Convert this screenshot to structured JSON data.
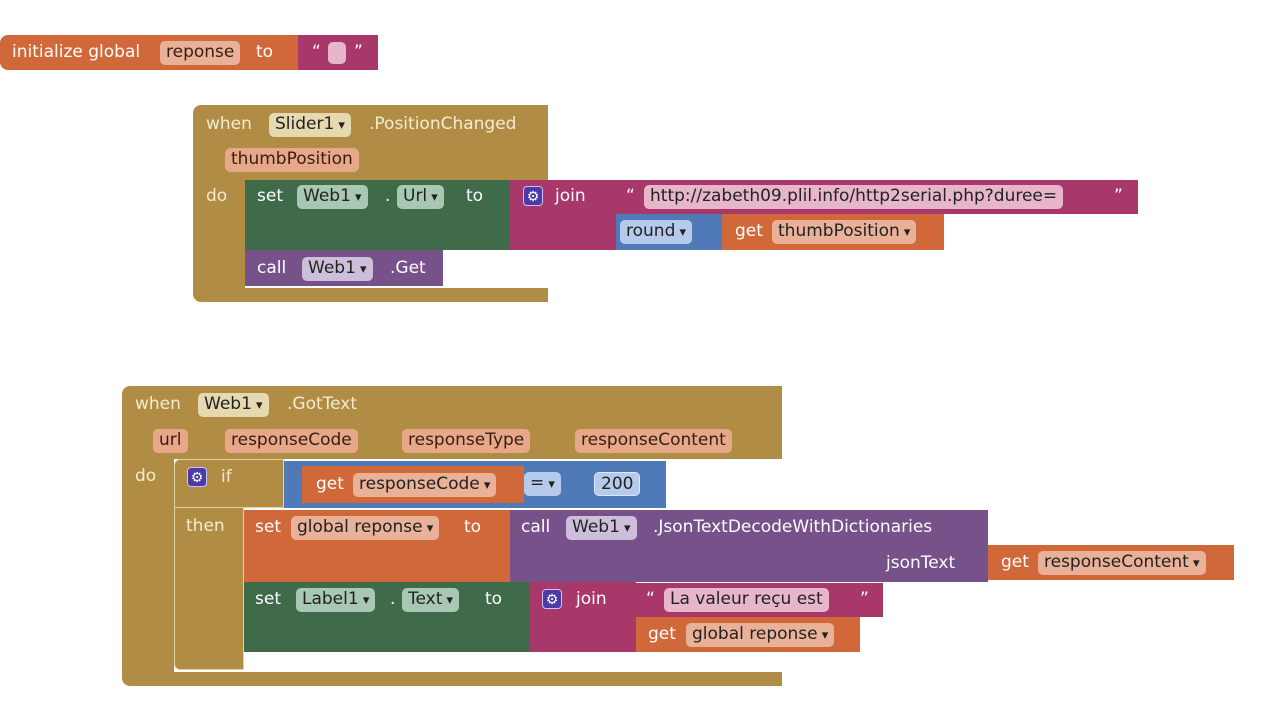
{
  "init_block": {
    "prefix": "initialize global",
    "var_name": "reponse",
    "to": "to",
    "open_quote": "“",
    "close_quote": "”",
    "string_value": ""
  },
  "slider_event": {
    "when": "when",
    "component": "Slider1",
    "event": ".PositionChanged",
    "param": "thumbPosition",
    "do": "do",
    "set_block": {
      "set": "set",
      "component": "Web1",
      "dot": ".",
      "property": "Url",
      "to": "to",
      "join": "join",
      "url_string": "http://zabeth09.plil.info/http2serial.php?duree=",
      "open_quote": "“",
      "close_quote": "”",
      "round": "round",
      "get": "get",
      "get_var": "thumbPosition"
    },
    "call_block": {
      "call": "call",
      "component": "Web1",
      "method": ".Get"
    }
  },
  "web_event": {
    "when": "when",
    "component": "Web1",
    "event": ".GotText",
    "params": [
      "url",
      "responseCode",
      "responseType",
      "responseContent"
    ],
    "do": "do",
    "if_block": {
      "if": "if",
      "then": "then",
      "get": "get",
      "get_var": "responseCode",
      "operator": "=",
      "compare_value": "200"
    },
    "set_global": {
      "set": "set",
      "var": "global reponse",
      "to": "to",
      "call": "call",
      "component": "Web1",
      "method": ".JsonTextDecodeWithDictionaries",
      "arg_label": "jsonText",
      "get": "get",
      "get_var": "responseContent"
    },
    "set_label": {
      "set": "set",
      "component": "Label1",
      "dot": ".",
      "property": "Text",
      "to": "to",
      "join": "join",
      "open_quote": "“",
      "close_quote": "”",
      "text_value": "La valeur reçu est ",
      "get": "get",
      "get_var": "global reponse"
    }
  },
  "colors": {
    "variables": "#d0683a",
    "text": "#a8386a",
    "control": "#b08c45",
    "component_setter": "#3f6b4b",
    "component_method": "#77518a",
    "math": "#5079b8"
  }
}
